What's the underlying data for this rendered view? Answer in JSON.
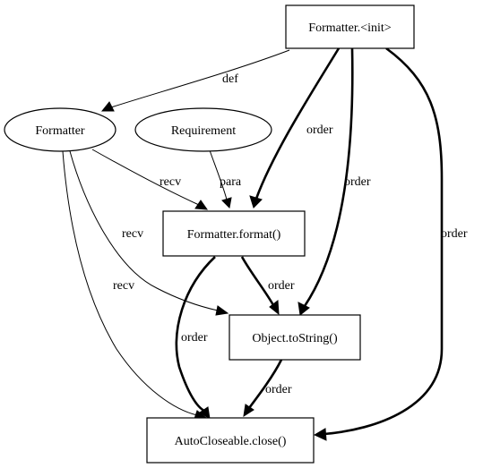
{
  "graph": {
    "nodes": {
      "formatter_init": "Formatter.<init>",
      "formatter": "Formatter",
      "requirement": "Requirement",
      "formatter_format": "Formatter.format()",
      "object_tostring": "Object.toString()",
      "autocloseable_close": "AutoCloseable.close()"
    },
    "edges": {
      "init_to_formatter": "def",
      "init_to_format": "order",
      "init_to_tostring": "order",
      "init_to_close": "order",
      "formatter_to_format": "recv",
      "requirement_to_format": "para",
      "formatter_to_tostring": "recv",
      "formatter_to_close": "recv",
      "format_to_tostring": "order",
      "format_to_close": "order",
      "tostring_to_close": "order"
    }
  }
}
